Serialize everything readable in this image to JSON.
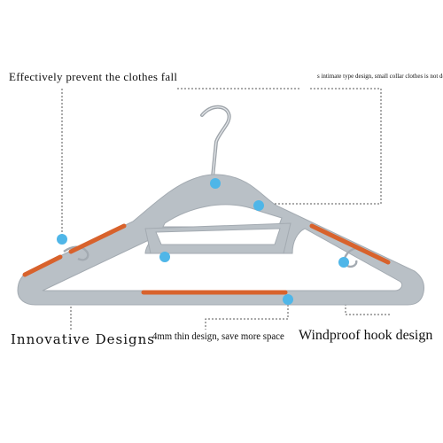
{
  "labels": {
    "fall": "Effectively prevent the clothes fall",
    "intimate": "s intimate type design, small collar clothes is not deformed",
    "innovative": "Innovative Designs",
    "thin": "4mm thin design, save more space",
    "windproof": "Windproof hook design"
  },
  "colors": {
    "hanger_body": "#b9c0c6",
    "hanger_outline": "#a3aab1",
    "hook_metal": "#9ea4aa",
    "non_slip_strip": "#d8622c",
    "marker_dot": "#4fb6e8",
    "dotted_line": "#555555"
  },
  "icons": [
    "hanger-illustration",
    "marker-dot"
  ]
}
